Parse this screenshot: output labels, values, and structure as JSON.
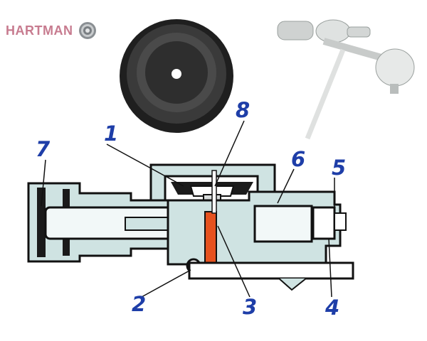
{
  "brand": {
    "name": "HARTMAN",
    "text_color": "#c77b8f"
  },
  "callouts": {
    "one": "1",
    "two": "2",
    "three": "3",
    "four": "4",
    "five": "5",
    "six": "6",
    "seven": "7",
    "eight": "8"
  },
  "colors": {
    "label_blue": "#1e3ea8",
    "body_fill": "#cfe3e2",
    "rubber": "#2b2b2b",
    "outline": "#111111",
    "needle": "#e6521f",
    "float_grey": "#e6e8e7"
  },
  "icons": [
    "hartman-logo-icon",
    "diaphragm-photo",
    "float-valve-photo"
  ]
}
